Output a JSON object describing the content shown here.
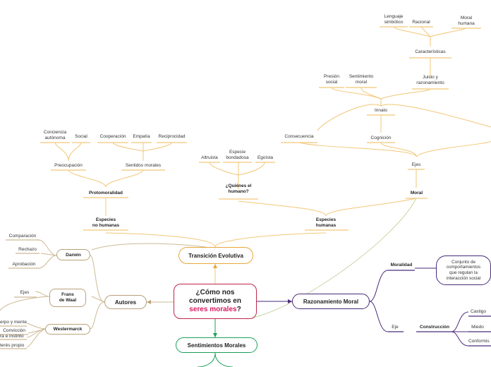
{
  "central": {
    "line1": "¿Cómo nos",
    "line2": "convertimos en",
    "highlight": "seres morales",
    "suffix": "?"
  },
  "main_topics": {
    "transicion": "Transición Evolutiva",
    "razonamiento": "Razonamiento Moral",
    "sentimientos": "Sentimientos Morales",
    "autores": "Autores"
  },
  "transicion": {
    "especies_no_humanas": [
      "Especies",
      "no humanas"
    ],
    "especies_humanas": [
      "Especies",
      "humanas"
    ],
    "protomoralidad": "Protomoralidad",
    "preocupacion": "Preocupación",
    "conciencia_autonoma": [
      "Conciencia",
      "autónoma"
    ],
    "social": "Social",
    "sentidos_morales": "Sentidos morales",
    "cooperacion": "Cooperación",
    "empatia": "Empatía",
    "reciprocidad": "Reciprocidad",
    "quienes": [
      "¿Quiénes el",
      "humano?"
    ],
    "altruista": "Altruista",
    "especie_bondadosa": [
      "Especie",
      "bondadosa"
    ],
    "egoista": "Egoísta",
    "moral": "Moral",
    "ejes": "Ejes",
    "consecuencia": "Consecuencia",
    "cognicion": "Cognición",
    "innato": "Innato",
    "presion_social": [
      "Presión",
      "social"
    ],
    "sentimiento_moral": [
      "Sentimiento",
      "moral"
    ],
    "juicio": [
      "Juicio y",
      "razonamiento"
    ],
    "caracteristicas": "Características",
    "lenguaje": [
      "Lenguaje",
      "simbólico"
    ],
    "racional": "Racional",
    "moral_humana": [
      "Moral",
      "humana"
    ]
  },
  "razonamiento": {
    "moralidad": "Moralidad",
    "moralidad_def": [
      "Conjunto de",
      "comportamientos",
      "que regulan la",
      "interacción social"
    ],
    "eje": "Eje",
    "construccion": "Construcción",
    "castigo": "Castigo",
    "miedo": "Miedo",
    "conformismo": "Conformis"
  },
  "autores": {
    "darwin": "Darwin",
    "comparacion": "Comparación",
    "rechazo": "Rechazo",
    "aprobacion": "Aprobación",
    "frans": [
      "Frans",
      "de Waal"
    ],
    "ejes": "Ejes",
    "westermarck": "Westermarck",
    "cuerpo_mente": "erpo y mente",
    "naturaleza": "ra e instinto",
    "conviccion": "Convicción",
    "interes": "terés propio"
  },
  "colors": {
    "transicion": "#e8a73a",
    "razonamiento": "#4a2a7a",
    "sentimientos": "#1aa05a",
    "autores": "#b8a27a",
    "central": "#c0264a"
  }
}
